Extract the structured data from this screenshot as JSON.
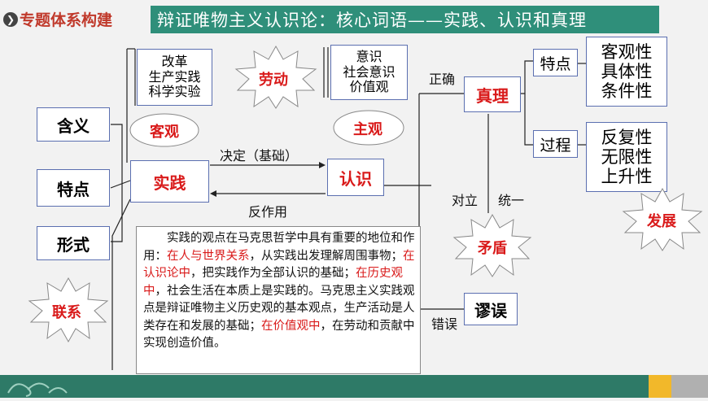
{
  "header": {
    "section_label": "专题体系构建",
    "title": "辩证唯物主义认识论：核心词语——实践、认识和真理"
  },
  "left_nodes": [
    "含义",
    "特点",
    "形式"
  ],
  "practice_forms": [
    "改革",
    "生产实践",
    "科学实验"
  ],
  "consciousness_items": [
    "意识",
    "社会意识",
    "价值观"
  ],
  "labels": {
    "practice": "实践",
    "cognition": "认识",
    "truth": "真理",
    "error": "谬误",
    "objective": "客观",
    "subjective": "主观",
    "labor": "劳动",
    "connection": "联系",
    "contradiction": "矛盾",
    "development": "发展",
    "decides": "决定（基础）",
    "reacts": "反作用",
    "correct": "正确",
    "wrong": "错误",
    "opposition": "对立",
    "unity": "统一",
    "features": "特点",
    "process": "过程"
  },
  "truth_features": [
    "客观性",
    "具体性",
    "条件性"
  ],
  "truth_process": [
    "反复性",
    "无限性",
    "上升性"
  ],
  "paragraph": {
    "p1": "实践的观点在马克思哲学中具有重要的地位和作用：",
    "r1": "在人与世界关系",
    "p2": "，从实践出发理解周围事物；",
    "r2": "在认识论中",
    "p3": "，把实践作为全部认识的基础；",
    "r3": "在历史观中",
    "p4": "，社会生活在本质上是实践的。马克思主义实践观点是辩证唯物主义历史观的基本观点，生产活动是人类存在和发展的基础；",
    "r4": "在价值观中",
    "p5": "，在劳动和贡献中实现创造价值。"
  },
  "colors": {
    "accent_red": "#d91a1a",
    "header_green": "#2f8f7a",
    "box_border": "#5b6fb0"
  }
}
